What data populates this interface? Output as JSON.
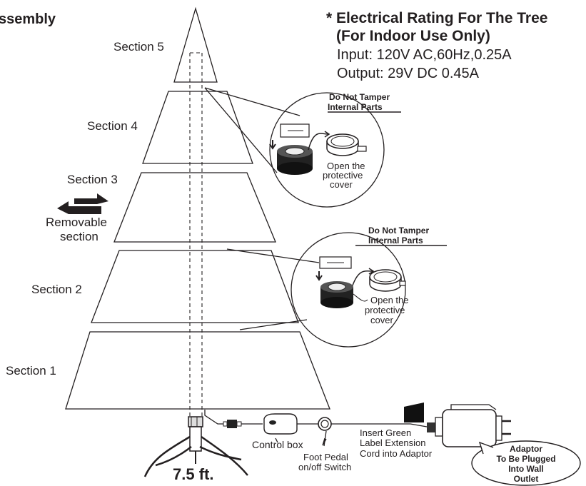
{
  "title": "ssembly",
  "rating": {
    "heading_line1": "* Electrical Rating For The Tree",
    "heading_line2": "(For Indoor Use Only)",
    "input": "Input: 120V AC,60Hz,0.25A",
    "output": "Output: 29V DC  0.45A"
  },
  "sections": {
    "s5": "Section 5",
    "s4": "Section 4",
    "s3": "Section 3",
    "s2": "Section 2",
    "s1": "Section 1"
  },
  "removable": {
    "line1": "Removable",
    "line2": "section"
  },
  "callouts": {
    "upper": {
      "warn1": "Do Not Tamper",
      "warn2": "Internal Parts",
      "open1": "Open the",
      "open2": "protective",
      "open3": "cover"
    },
    "lower": {
      "warn1": "Do Not Tamper",
      "warn2": "Internal Parts",
      "open1": "Open the",
      "open2": "protective",
      "open3": "cover"
    }
  },
  "base": {
    "height": "7.5 ft.",
    "control_box": "Control box",
    "foot_pedal1": "Foot Pedal",
    "foot_pedal2": "on/off Switch",
    "insert1": "Insert Green",
    "insert2": "Label Extension",
    "insert3": "Cord into Adaptor",
    "adaptor1": "Adaptor",
    "adaptor2": "To Be Plugged",
    "adaptor3": "Into Wall",
    "adaptor4": "Outlet"
  }
}
